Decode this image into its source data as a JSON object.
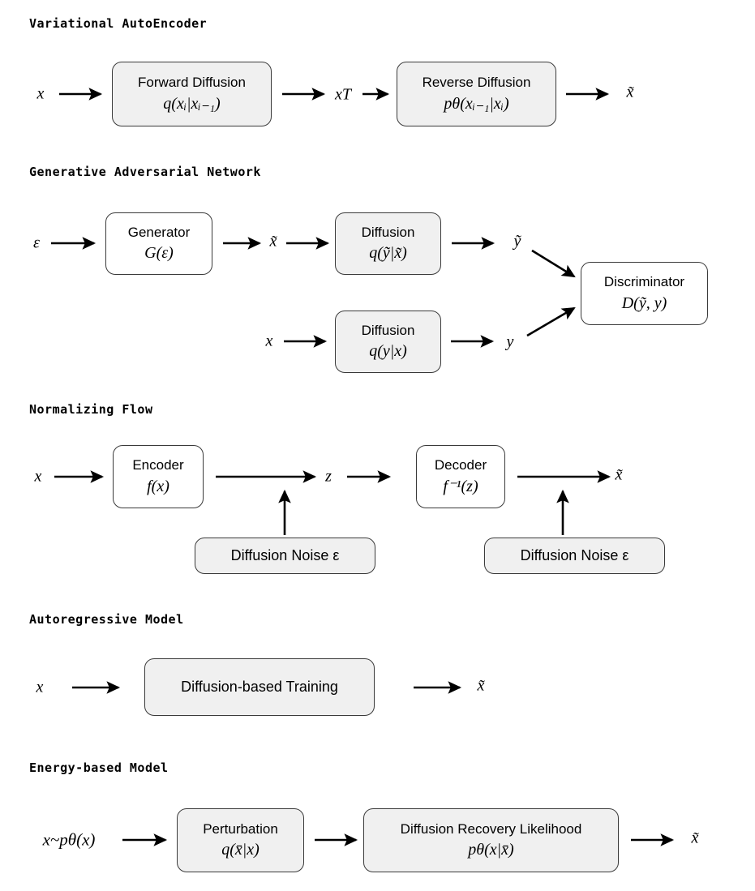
{
  "figure": {
    "background_color": "#ffffff",
    "box_fill_grey": "#f0f0f0",
    "box_fill_white": "#ffffff",
    "box_border_color": "#3a3a3a",
    "arrow_color": "#000000"
  },
  "sections": [
    {
      "id": "vae",
      "title": "Variational AutoEncoder",
      "nodes": [
        {
          "id": "vae-forward",
          "label": "Forward Diffusion",
          "formula": "q(xᵢ|xᵢ₋₁)",
          "fill": "grey"
        },
        {
          "id": "vae-reverse",
          "label": "Reverse Diffusion",
          "formula": "pθ(xᵢ₋₁|xᵢ)",
          "fill": "grey"
        }
      ],
      "labels": [
        {
          "id": "vae-in",
          "text": "x"
        },
        {
          "id": "vae-mid",
          "text": "xT"
        },
        {
          "id": "vae-out",
          "text": "x̃"
        }
      ]
    },
    {
      "id": "gan",
      "title": "Generative Adversarial Network",
      "nodes": [
        {
          "id": "gan-generator",
          "label": "Generator",
          "formula": "G(ε)",
          "fill": "white"
        },
        {
          "id": "gan-diffusion-top",
          "label": "Diffusion",
          "formula": "q(ỹ|x̃)",
          "fill": "grey"
        },
        {
          "id": "gan-diffusion-bottom",
          "label": "Diffusion",
          "formula": "q(y|x)",
          "fill": "grey"
        },
        {
          "id": "gan-discriminator",
          "label": "Discriminator",
          "formula": "D(ỹ, y)",
          "fill": "white"
        }
      ],
      "labels": [
        {
          "id": "gan-eps",
          "text": "ε"
        },
        {
          "id": "gan-xtilde",
          "text": "x̃"
        },
        {
          "id": "gan-ytilde",
          "text": "ỹ"
        },
        {
          "id": "gan-x",
          "text": "x"
        },
        {
          "id": "gan-y",
          "text": "y"
        }
      ]
    },
    {
      "id": "flow",
      "title": "Normalizing Flow",
      "nodes": [
        {
          "id": "flow-encoder",
          "label": "Encoder",
          "formula": "f(x)",
          "fill": "white"
        },
        {
          "id": "flow-decoder",
          "label": "Decoder",
          "formula": "f⁻¹(z)",
          "fill": "white"
        },
        {
          "id": "flow-noise-left",
          "label": "Diffusion Noise ε",
          "formula": "",
          "fill": "grey"
        },
        {
          "id": "flow-noise-right",
          "label": "Diffusion Noise ε",
          "formula": "",
          "fill": "grey"
        }
      ],
      "labels": [
        {
          "id": "flow-in",
          "text": "x"
        },
        {
          "id": "flow-z",
          "text": "z"
        },
        {
          "id": "flow-out",
          "text": "x̃"
        }
      ]
    },
    {
      "id": "autoregressive",
      "title": "Autoregressive Model",
      "nodes": [
        {
          "id": "ar-training",
          "label": "Diffusion-based Training",
          "formula": "",
          "fill": "grey"
        }
      ],
      "labels": [
        {
          "id": "ar-in",
          "text": "x"
        },
        {
          "id": "ar-out",
          "text": "x̃"
        }
      ]
    },
    {
      "id": "ebm",
      "title": "Energy-based Model",
      "nodes": [
        {
          "id": "ebm-perturbation",
          "label": "Perturbation",
          "formula": "q(x̄|x)",
          "fill": "grey"
        },
        {
          "id": "ebm-likelihood",
          "label": "Diffusion Recovery Likelihood",
          "formula": "pθ(x|x̄)",
          "fill": "grey"
        }
      ],
      "labels": [
        {
          "id": "ebm-in",
          "text": "x~pθ(x)"
        },
        {
          "id": "ebm-out",
          "text": "x̃"
        }
      ]
    }
  ]
}
